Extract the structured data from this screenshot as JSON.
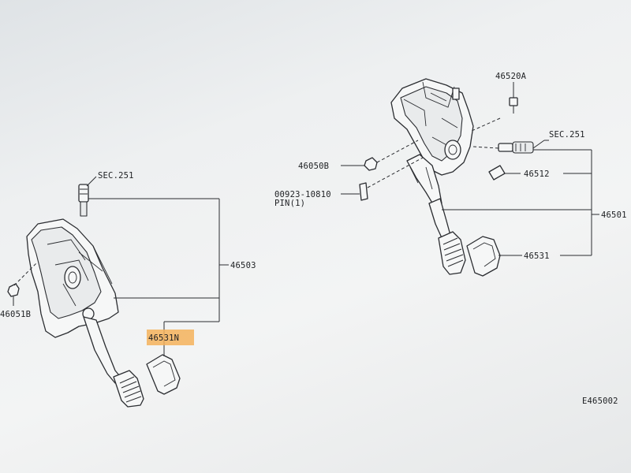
{
  "diagram": {
    "parts": {
      "sec251_left": "SEC.251",
      "p46503": "46503",
      "p46051b": "46051B",
      "p46531n": "46531N",
      "p46520a": "46520A",
      "sec251_right": "SEC.251",
      "p46050b": "46050B",
      "p46512": "46512",
      "pin_num": "00923-10810",
      "pin_label": "PIN(1)",
      "p46501": "46501",
      "p46531": "46531"
    },
    "figure_code": "E465002",
    "highlight_color": "#f4b15a"
  }
}
